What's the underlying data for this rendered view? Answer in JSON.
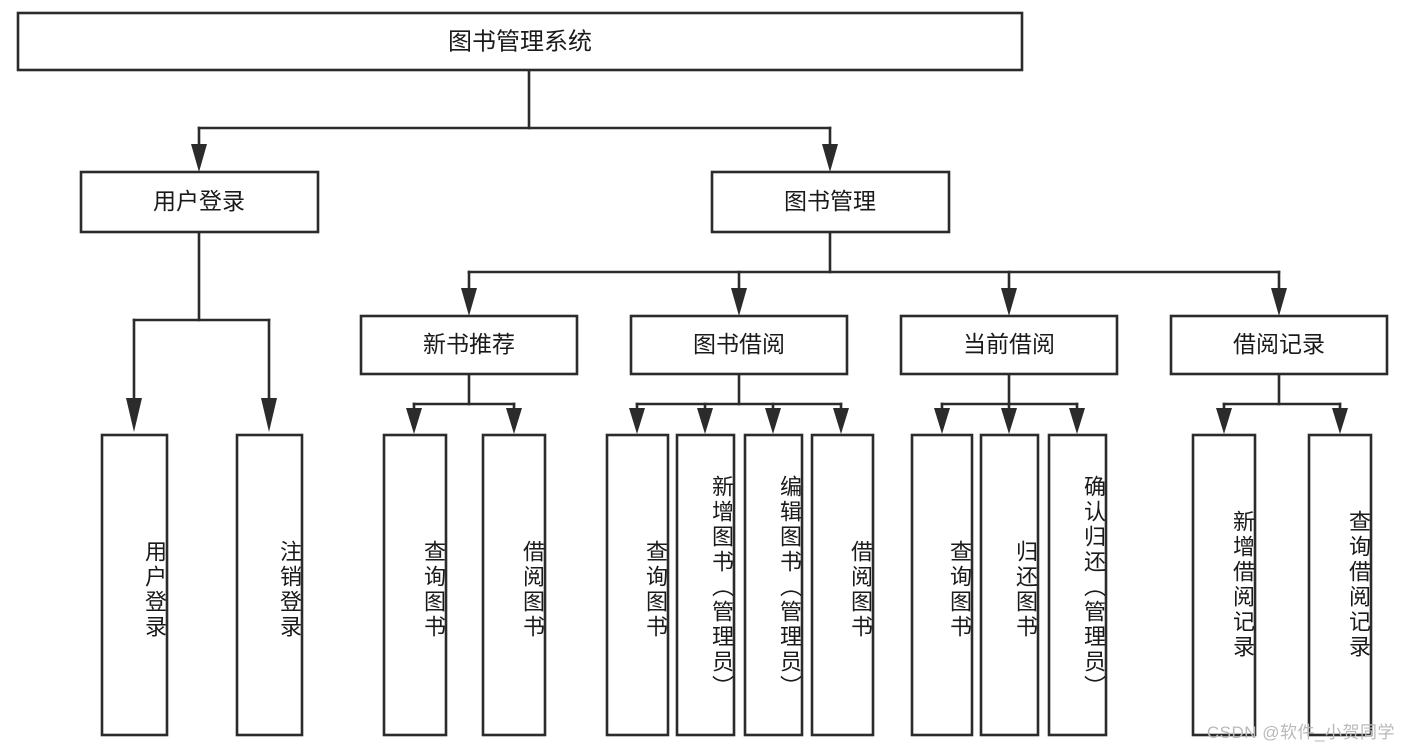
{
  "diagram": {
    "title": "图书管理系统",
    "type": "hierarchy-tree",
    "orientation": "top-down",
    "root": {
      "id": "root",
      "label": "图书管理系统"
    },
    "level2": [
      {
        "id": "user-login",
        "label": "用户登录"
      },
      {
        "id": "book-manage",
        "label": "图书管理"
      }
    ],
    "level3": [
      {
        "id": "new-book-rec",
        "label": "新书推荐",
        "parent": "book-manage"
      },
      {
        "id": "book-borrow",
        "label": "图书借阅",
        "parent": "book-manage"
      },
      {
        "id": "current-borrow",
        "label": "当前借阅",
        "parent": "book-manage"
      },
      {
        "id": "borrow-record",
        "label": "借阅记录",
        "parent": "book-manage"
      }
    ],
    "leaves": [
      {
        "id": "leaf-user-login",
        "label": "用户登录",
        "parent": "user-login"
      },
      {
        "id": "leaf-logout",
        "label": "注销登录",
        "parent": "user-login"
      },
      {
        "id": "leaf-query-book-1",
        "label": "查询图书",
        "parent": "new-book-rec"
      },
      {
        "id": "leaf-borrow-book-1",
        "label": "借阅图书",
        "parent": "new-book-rec"
      },
      {
        "id": "leaf-query-book-2",
        "label": "查询图书",
        "parent": "book-borrow"
      },
      {
        "id": "leaf-add-book",
        "label": "新增图书（管理员）",
        "parent": "book-borrow"
      },
      {
        "id": "leaf-edit-book",
        "label": "编辑图书（管理员）",
        "parent": "book-borrow"
      },
      {
        "id": "leaf-borrow-book-2",
        "label": "借阅图书",
        "parent": "book-borrow"
      },
      {
        "id": "leaf-query-book-3",
        "label": "查询图书",
        "parent": "current-borrow"
      },
      {
        "id": "leaf-return-book",
        "label": "归还图书",
        "parent": "current-borrow"
      },
      {
        "id": "leaf-confirm-return",
        "label": "确认归还（管理员）",
        "parent": "current-borrow"
      },
      {
        "id": "leaf-add-record",
        "label": "新增借阅记录",
        "parent": "borrow-record"
      },
      {
        "id": "leaf-query-record",
        "label": "查询借阅记录",
        "parent": "borrow-record"
      }
    ],
    "colors": {
      "stroke": "#2b2b2b",
      "fill": "#ffffff",
      "text": "#1a1a1a",
      "watermark": "#b9b9b9",
      "background": "#ffffff"
    }
  },
  "watermark": {
    "text": "CSDN @软件_小贺同学"
  }
}
